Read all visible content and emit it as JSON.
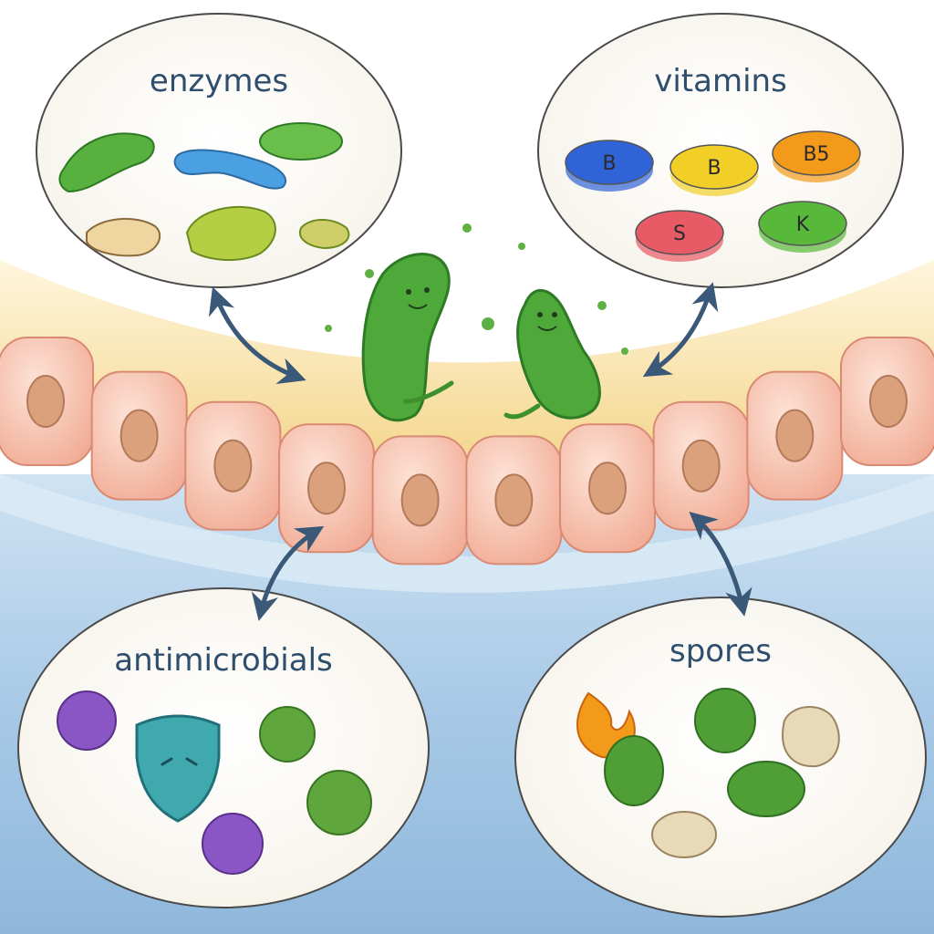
{
  "bubbles": {
    "enzymes": {
      "label": "enzymes"
    },
    "vitamins": {
      "label": "vitamins",
      "pills": [
        {
          "letter": "B",
          "color": "#2f63d6"
        },
        {
          "letter": "B",
          "color": "#f2cf27"
        },
        {
          "letter": "B5",
          "color": "#f39a1a"
        },
        {
          "letter": "S",
          "color": "#e85a66"
        },
        {
          "letter": "K",
          "color": "#57b83a"
        }
      ]
    },
    "antimicrobials": {
      "label": "antimicrobials"
    },
    "spores": {
      "label": "spores"
    }
  },
  "colors": {
    "bacteria": "#4ea83a",
    "cell": "#f6c1ad",
    "nucleus": "#dba07c",
    "lumen": "#f5dc8f",
    "water": "#a9cbe6",
    "arrow": "#3a5877",
    "virus_purple": "#8a55c4",
    "virus_green": "#5fa63d",
    "shield": "#3fa9ad"
  }
}
